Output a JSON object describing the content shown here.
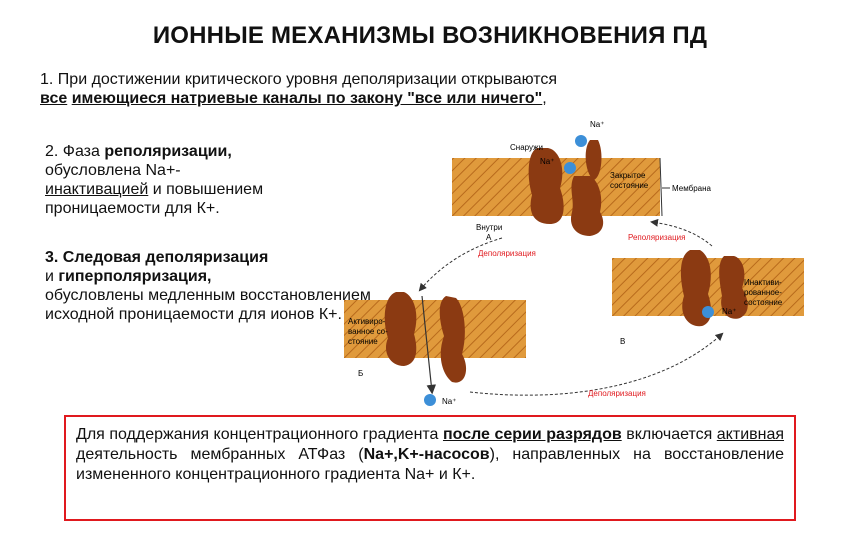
{
  "title": "ИОННЫЕ МЕХАНИЗМЫ ВОЗНИКНОВЕНИЯ ПД",
  "point1": {
    "line1": "1. При достижении критического уровня деполяризации открываются",
    "all": "все",
    "space": " ",
    "channels": "имеющиеся натриевые каналы по закону \"все или ничего\"",
    "comma": ","
  },
  "point2": {
    "prefix": "2. Фаза ",
    "phase": "реполяризации,",
    "line2": "обусловлена Na+-",
    "inact": "инактивацией",
    "rest": " и повышением проницаемости для К+."
  },
  "point3": {
    "bold1": "3. Следовая деполяризация",
    "mid": "и ",
    "bold2": "гиперполяризация,",
    "rest": "обусловлены медленным восстановлением исходной проницаемости для ионов К+."
  },
  "diagram": {
    "outside": "Снаружи",
    "inside": "Внутри",
    "membrane": "Мембрана",
    "closed1": "Закрытое",
    "closed2": "состояние",
    "na_top": "Na⁺",
    "na_a": "Na⁺",
    "na_b": "Na⁺",
    "na_c": "Na⁺",
    "letter_a": "А",
    "letter_b": "Б",
    "letter_c": "В",
    "repol": "Реполяризация",
    "depol1": "Деполяризация",
    "depol2": "Деполяризация",
    "act1": "Активиро-",
    "act2": "ванное со-",
    "act3": "стояние",
    "inact1": "Инактиви-",
    "inact2": "рованное-",
    "inact3": "состояние"
  },
  "box": {
    "t1": "Для поддержания концентрационного градиента ",
    "u1": "после серии разрядов",
    "t2": " включается ",
    "u2": "активная",
    "t3": " деятельность мембранных АТФаз (",
    "b1": "Na+,K+-насосов",
    "t4": "), направленных на восстановление измененного концентрационного градиента Na+ и К+."
  },
  "colors": {
    "membrane": "#e09a3c",
    "channel": "#8b3a12",
    "ion": "#3c8fd8",
    "accent_red": "#e0191e"
  }
}
